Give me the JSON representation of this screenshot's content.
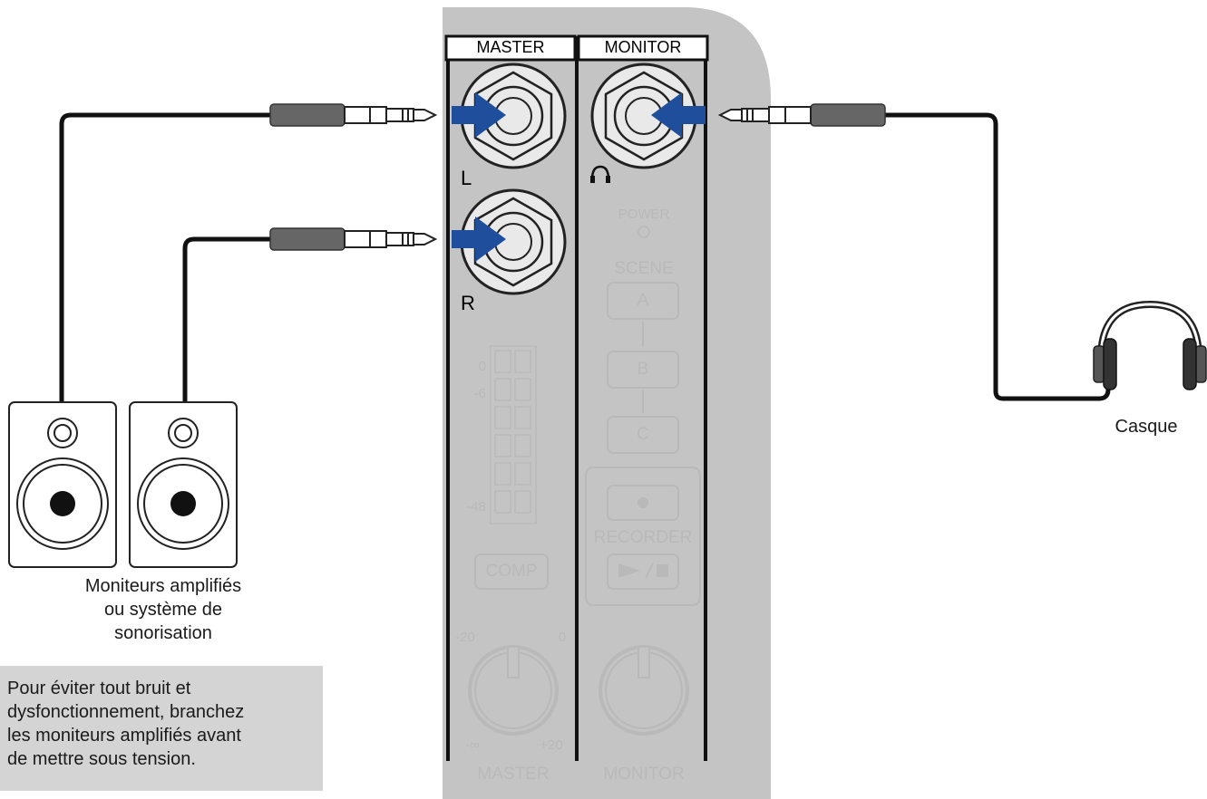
{
  "panel": {
    "master_header": "MASTER",
    "monitor_header": "MONITOR",
    "jack_left_label": "L",
    "jack_right_label": "R",
    "headphone_jack_icon": "headphones-icon",
    "power_label": "POWER",
    "scene_label": "SCENE",
    "scene_buttons": [
      "A",
      "B",
      "C"
    ],
    "meter_scale": [
      "0",
      "-6",
      "-48"
    ],
    "comp_label": "COMP",
    "recorder_label": "RECORDER",
    "record_icon": "record-icon",
    "play_stop_icon": "play-stop-icon",
    "master_knob": {
      "min": "-20",
      "zero": "0",
      "neg_inf": "-∞",
      "max": "+20"
    },
    "master_footer": "MASTER",
    "monitor_footer": "MONITOR"
  },
  "speakers_caption": [
    "Moniteurs amplifiés",
    "ou système de",
    "sonorisation"
  ],
  "headphones_caption": "Casque",
  "note_lines": [
    "Pour éviter tout bruit et",
    "dysfonctionnement, branchez",
    "les moniteurs amplifiés avant",
    "de mettre sous tension."
  ],
  "colors": {
    "panel": "#c4c4c4",
    "arrow": "#1f4e9c",
    "cable": "#111111",
    "plug": "#666666",
    "note_bg": "#d4d4d4"
  }
}
